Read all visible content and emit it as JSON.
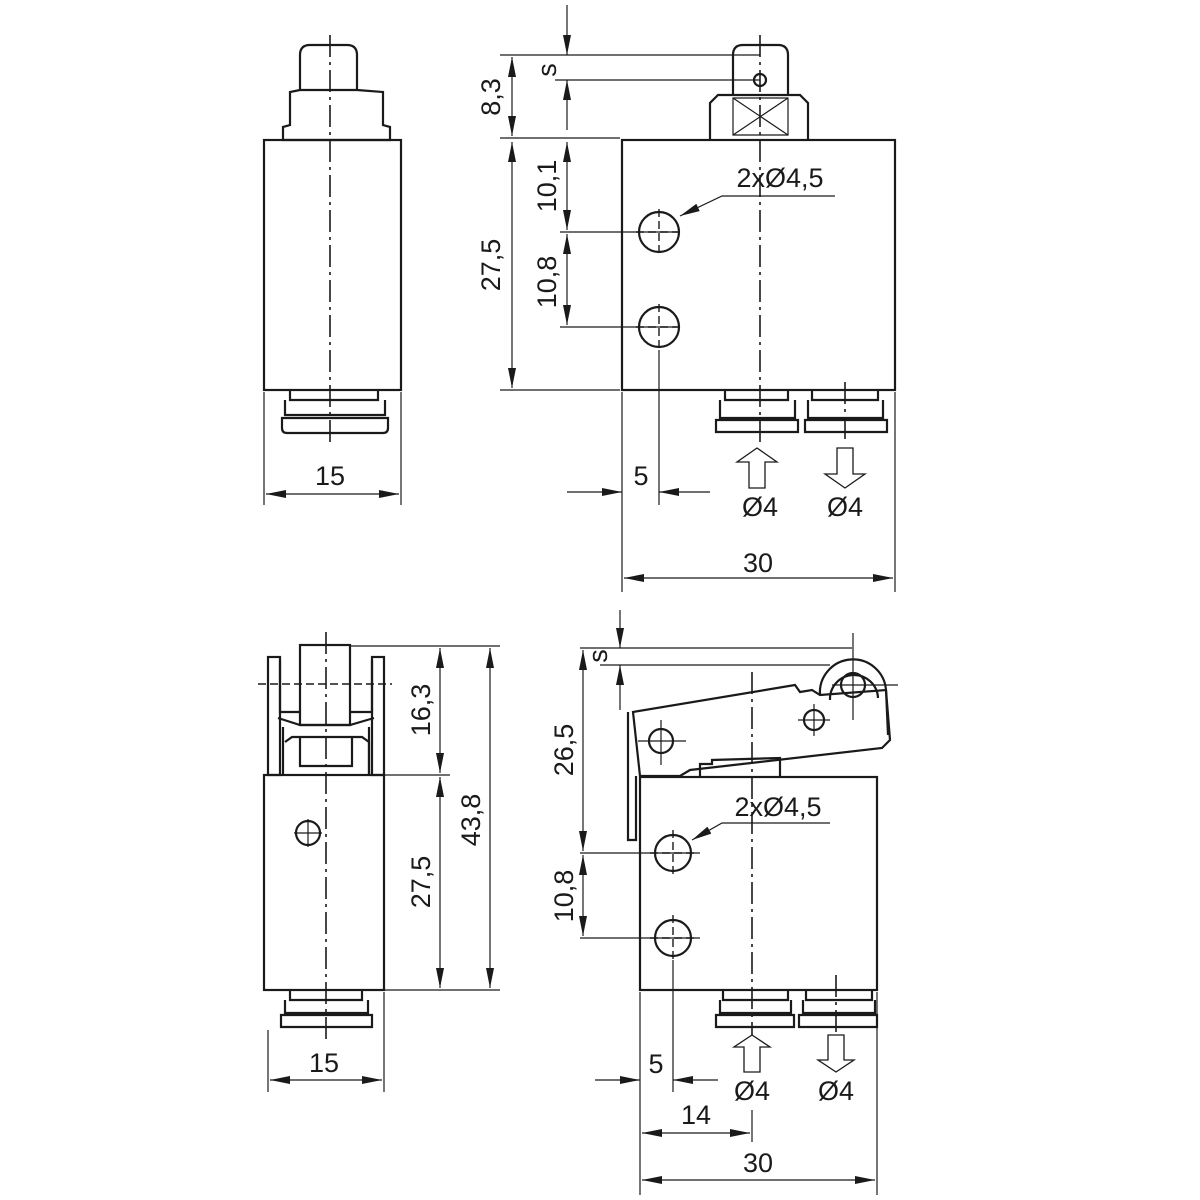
{
  "top_left_view": {
    "width_dim": "15"
  },
  "top_right_view": {
    "stroke_dim": "8,3",
    "stroke_label": "s",
    "dim_10_1": "10,1",
    "dim_27_5": "27,5",
    "dim_10_8": "10,8",
    "holes_label": "2xØ4,5",
    "dim_5": "5",
    "port_in": "Ø4",
    "port_out": "Ø4",
    "width_dim": "30"
  },
  "bottom_left_view": {
    "dim_16_3": "16,3",
    "dim_43_8": "43,8",
    "dim_27_5": "27,5",
    "width_dim": "15"
  },
  "bottom_right_view": {
    "stroke_label": "s",
    "dim_26_5": "26,5",
    "holes_label": "2xØ4,5",
    "dim_10_8": "10,8",
    "dim_5": "5",
    "port_in": "Ø4",
    "port_out": "Ø4",
    "dim_14": "14",
    "width_dim": "30"
  }
}
